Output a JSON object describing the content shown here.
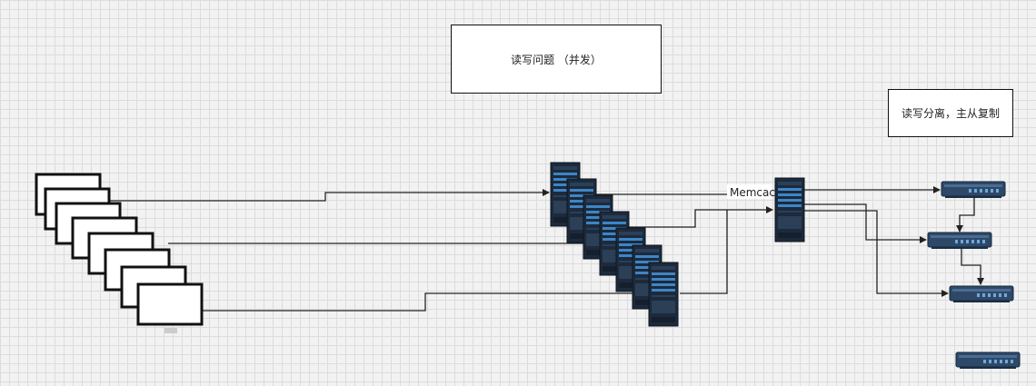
{
  "labels": {
    "concurrency_title": "读写问题 （并发）",
    "separation_title": "读写分离，主从复制",
    "cache_label": "Memcac"
  },
  "colors": {
    "line": "#222222",
    "server_dark": "#1c2a3c",
    "server_mid": "#2b3f57",
    "server_accent": "#3e85c6",
    "switch_body": "#2e4968",
    "switch_light": "#6fa8dc"
  },
  "icons": {
    "client": "monitor-icon",
    "app_server": "server-icon",
    "cache": "memcache-server-icon",
    "database": "switch-icon"
  }
}
